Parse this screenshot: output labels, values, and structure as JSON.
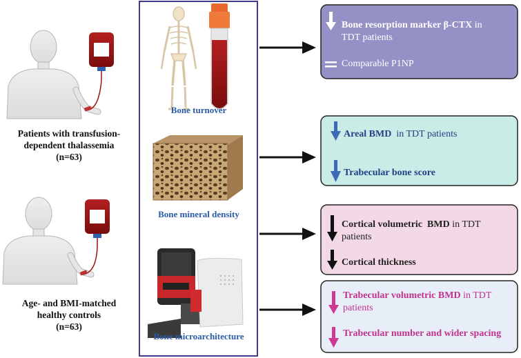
{
  "left": {
    "patients_caption": "Patients with transfusion-dependent thalassemia",
    "patients_line1": "Patients with transfusion-",
    "patients_line2": "dependent thalassemia",
    "patients_n": "(n=63)",
    "controls_line1": "Age- and BMI-matched",
    "controls_line2": "healthy controls",
    "controls_n": "(n=63)"
  },
  "middle": {
    "turnover_label": "Bone turnover",
    "bmd_label": "Bone mineral density",
    "micro_label": "Bone microarchitecture"
  },
  "boxes": {
    "turnover": {
      "line1_bold": "Bone resorption marker β-CTX",
      "line1_rest": " in",
      "line2": "TDT patients",
      "line3": "Comparable P1NP",
      "fill": "#9590c6",
      "text_color": "#ffffff"
    },
    "bmd": {
      "line1_bold": "Areal BMD",
      "line1_rest": "  in TDT patients",
      "line2_bold": "Trabecular bone score",
      "fill": "#c9ece6",
      "text_color": "#1f3f86"
    },
    "cortical": {
      "line1_bold": "Cortical volumetric  BMD",
      "line1_rest": " in TDT",
      "line2": "patients",
      "line3_bold": "Cortical thickness",
      "fill": "#f3d8e6",
      "text_color": "#222222"
    },
    "trabecular": {
      "line1_bold": "Trabecular volumetric BMD",
      "line1_rest": " in TDT",
      "line2": "patients",
      "line3_bold": "Trabecular number and wider spacing",
      "fill": "#e8eef8",
      "text_color": "#c0328e"
    }
  }
}
